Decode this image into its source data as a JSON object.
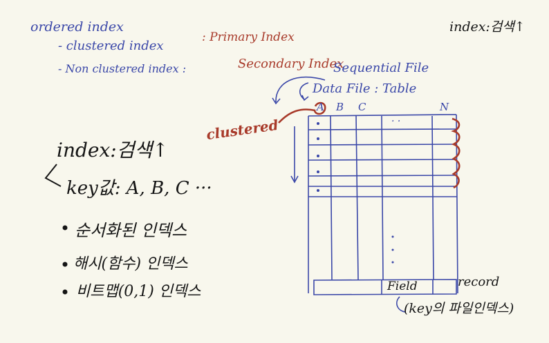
{
  "colors": {
    "background": "#f8f7ed",
    "ink_blue": "#3a47a8",
    "ink_red": "#a83a2a",
    "ink_black": "#151515"
  },
  "notes": {
    "title": "ordered index",
    "bullet_clustered": "- clustered index",
    "primary_index": ": Primary Index",
    "bullet_nonclustered": "- Non clustered index :",
    "secondary_index": "Secondary Index",
    "sequential_file": "Sequential File",
    "data_file": "Data File : Table",
    "clustered_label": "clustered",
    "top_right_index": "index:검색↑"
  },
  "left_notes": {
    "heading": "index:검색↑",
    "key_line": "key값: A, B, C ···",
    "bullets": [
      "순서화된 인덱스",
      "해시(함수) 인덱스",
      "비트맵(0,1) 인덱스"
    ]
  },
  "table_sketch": {
    "columns": [
      "A",
      "B",
      "C",
      "N"
    ],
    "dots": "· ·",
    "field_label": "Field",
    "record_label": "record",
    "footer_note": "(key의 파일인덱스)"
  }
}
